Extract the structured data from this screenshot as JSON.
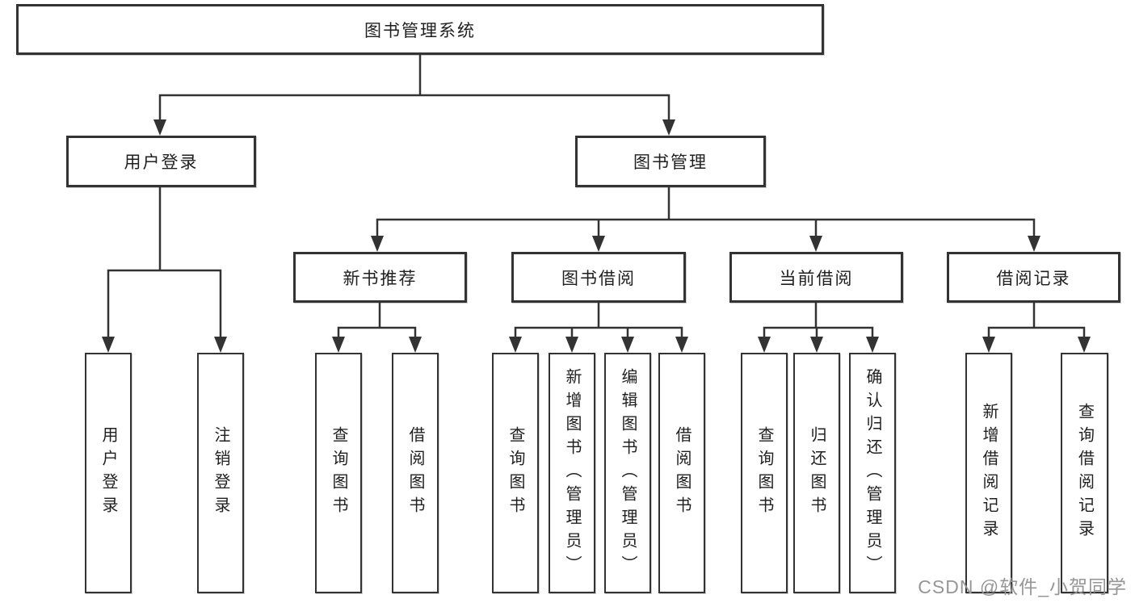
{
  "colors": {
    "background": "#ffffff",
    "box_border": "#333333",
    "line": "#333333",
    "text": "#1f1f1f",
    "watermark": "#969696"
  },
  "watermark": {
    "text": "CSDN @软件_小贺同学"
  },
  "tree": {
    "root": {
      "label": "图书管理系统"
    },
    "user_login_branch": {
      "label": "用户登录",
      "children": [
        {
          "label": "用户登录"
        },
        {
          "label": "注销登录"
        }
      ]
    },
    "book_mgmt_branch": {
      "label": "图书管理",
      "children": [
        {
          "label": "新书推荐",
          "children": [
            {
              "label": "查询图书"
            },
            {
              "label": "借阅图书"
            }
          ]
        },
        {
          "label": "图书借阅",
          "children": [
            {
              "label": "查询图书"
            },
            {
              "label": "新增图书（管理员）"
            },
            {
              "label": "编辑图书（管理员）"
            },
            {
              "label": "借阅图书"
            }
          ]
        },
        {
          "label": "当前借阅",
          "children": [
            {
              "label": "查询图书"
            },
            {
              "label": "归还图书"
            },
            {
              "label": "确认归还（管理员）"
            }
          ]
        },
        {
          "label": "借阅记录",
          "children": [
            {
              "label": "新增借阅记录"
            },
            {
              "label": "查询借阅记录"
            }
          ]
        }
      ]
    }
  }
}
